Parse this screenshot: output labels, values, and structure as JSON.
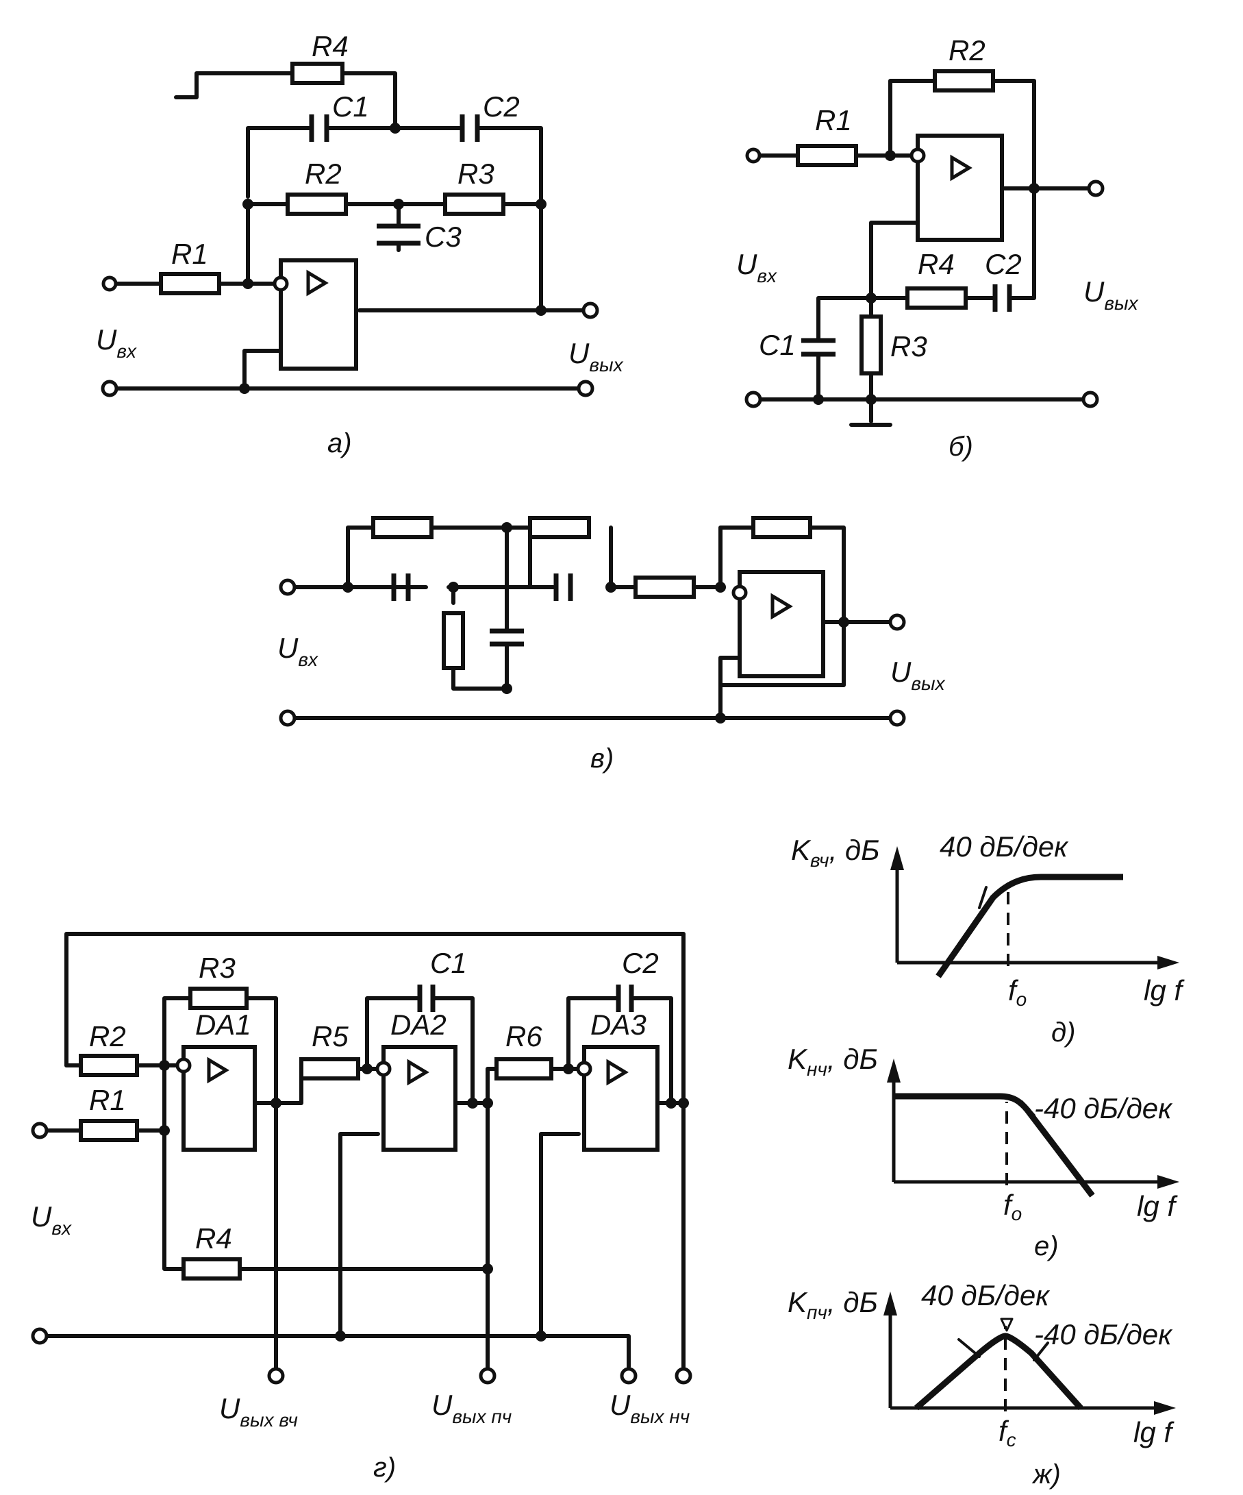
{
  "a": {
    "labels": {
      "R1": "R1",
      "R2": "R2",
      "R3": "R3",
      "R4": "R4",
      "C1": "C1",
      "C2": "C2",
      "C3": "C3"
    },
    "u_in": "U",
    "u_in_sub": "вх",
    "u_out": "U",
    "u_out_sub": "вых",
    "caption": "а)"
  },
  "b": {
    "labels": {
      "R1": "R1",
      "R2": "R2",
      "R3": "R3",
      "R4": "R4",
      "C1": "C1",
      "C2": "C2"
    },
    "u_in": "U",
    "u_in_sub": "вх",
    "u_out": "U",
    "u_out_sub": "вых",
    "caption": "б)"
  },
  "v": {
    "u_in": "U",
    "u_in_sub": "вх",
    "u_out": "U",
    "u_out_sub": "вых",
    "caption": "в)"
  },
  "g": {
    "labels": {
      "R1": "R1",
      "R2": "R2",
      "R3": "R3",
      "R4": "R4",
      "R5": "R5",
      "R6": "R6",
      "C1": "C1",
      "C2": "C2",
      "DA1": "DA1",
      "DA2": "DA2",
      "DA3": "DA3"
    },
    "u_in": "U",
    "u_in_sub": "вх",
    "out_hf": "U",
    "out_hf_sub": "вых вч",
    "out_bp": "U",
    "out_bp_sub": "вых пч",
    "out_lf": "U",
    "out_lf_sub": "вых нч",
    "caption": "г)"
  },
  "d": {
    "ylabel": "K",
    "ylabel_sub": "вч",
    "ylabel_unit": ", дБ",
    "slope": "40 дБ/дек",
    "fmark": "f",
    "fmark_sub": "o",
    "xlabel": "lg f",
    "caption": "д)"
  },
  "e": {
    "ylabel": "K",
    "ylabel_sub": "нч",
    "ylabel_unit": ", дБ",
    "slope": "-40 дБ/дек",
    "fmark": "f",
    "fmark_sub": "o",
    "xlabel": "lg f",
    "caption": "е)"
  },
  "zh": {
    "ylabel": "K",
    "ylabel_sub": "пч",
    "ylabel_unit": ", дБ",
    "slope_up": "40 дБ/дек",
    "slope_down": "-40 дБ/дек",
    "fmark": "f",
    "fmark_sub": "c",
    "xlabel": "lg f",
    "caption": "ж)"
  }
}
